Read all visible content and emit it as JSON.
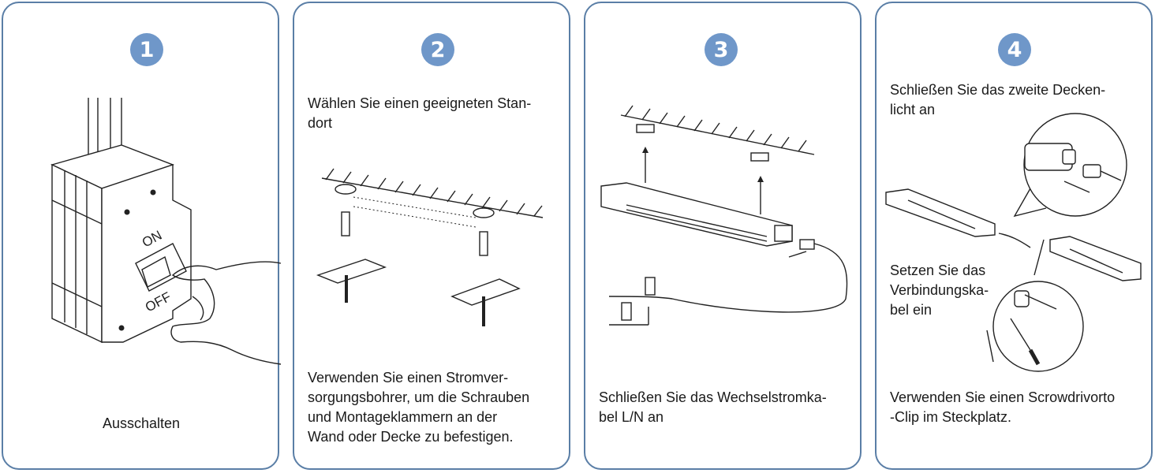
{
  "steps": [
    {
      "number": "1",
      "text": "Ausschalten",
      "switch_on": "ON",
      "switch_off": "OFF"
    },
    {
      "number": "2",
      "title": "Wählen Sie einen geeigneten Stan-\ndort",
      "text": "Verwenden Sie einen Stromver-\nsorgungsbohrer, um die Schrauben\nund Montageklammern an der\nWand oder Decke zu befestigen."
    },
    {
      "number": "3",
      "text": "Schließen Sie das Wechselstromka-\nbel L/N an"
    },
    {
      "number": "4",
      "title": "Schließen Sie das zweite Decken-\nlicht an",
      "middle": "Setzen Sie das\nVerbindungska-\nbel ein",
      "text": "Verwenden Sie einen Scrowdrivorto\n-Clip im Steckplatz."
    }
  ],
  "colors": {
    "border": "#5a7ea6",
    "badge": "#6f97c9"
  }
}
